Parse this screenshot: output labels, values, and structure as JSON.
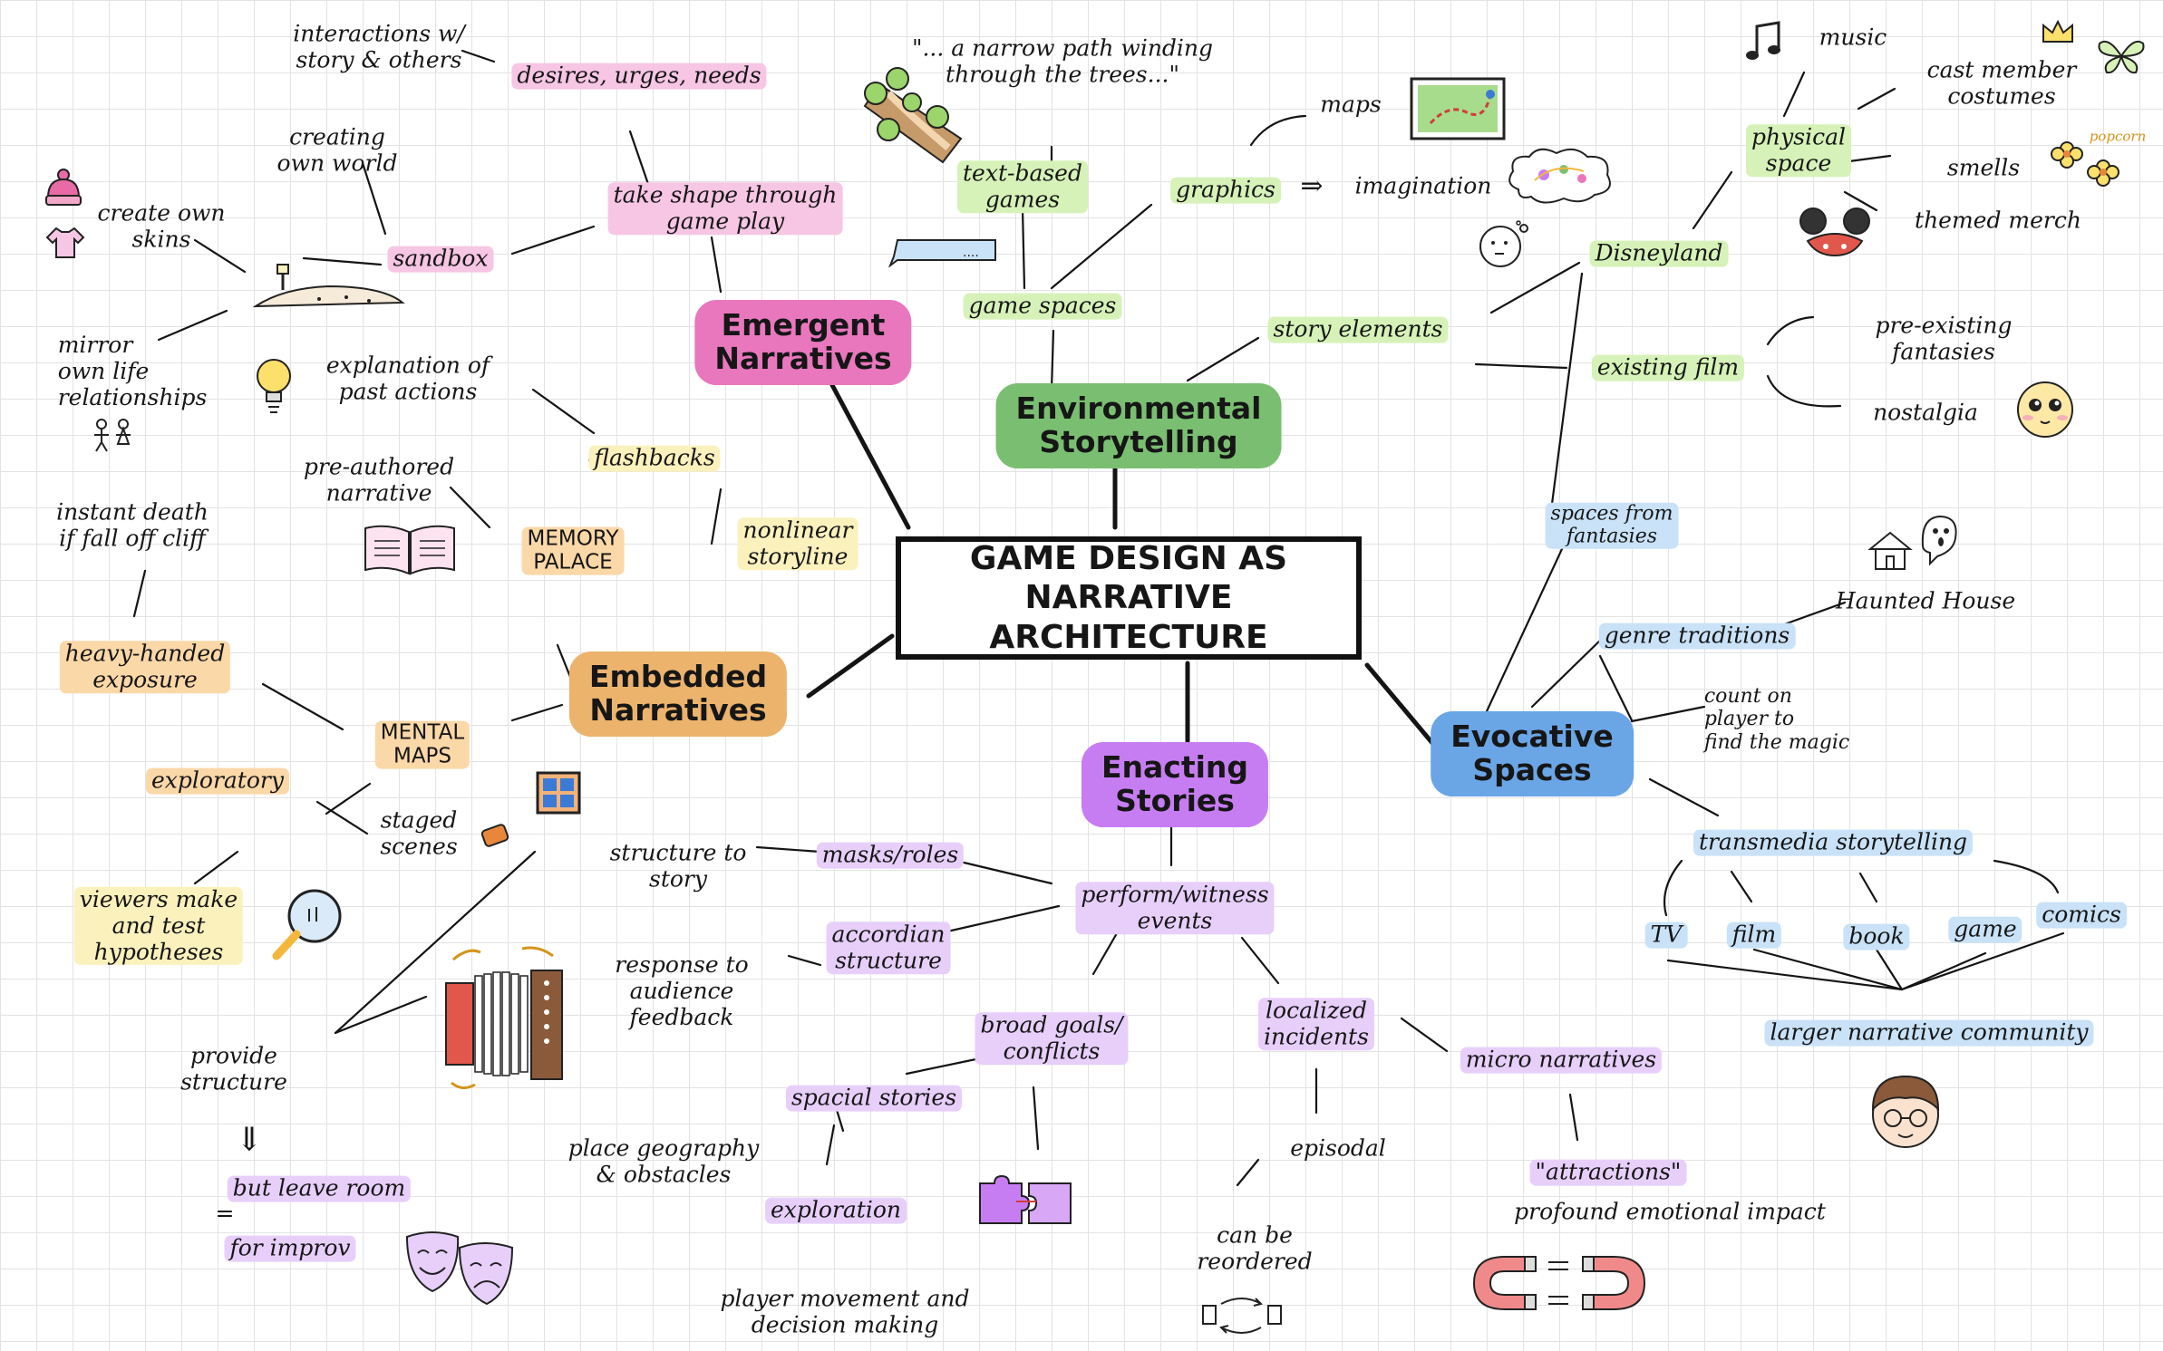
{
  "center_title": "GAME DESIGN AS\nNARRATIVE ARCHITECTURE",
  "branches": {
    "emergent": "Emergent\nNarratives",
    "environmental": "Environmental\nStorytelling",
    "embedded": "Embedded\nNarratives",
    "enacting": "Enacting\nStories",
    "evocative": "Evocative\nSpaces"
  },
  "emergent": {
    "interactions": "interactions w/\nstory & others",
    "desires": "desires, urges, needs",
    "take_shape": "take shape through\ngame play",
    "creating": "creating\nown world",
    "create_skins": "create own\nskins",
    "sandbox": "sandbox",
    "mirror": "mirror\nown life\nrelationships"
  },
  "environmental": {
    "quote": "\"... a narrow path winding\nthrough the trees...\"",
    "text_games": "text-based\ngames",
    "game_spaces": "game spaces",
    "maps": "maps",
    "graphics": "graphics",
    "arrow": "⇒",
    "imagination": "imagination",
    "story_elements": "story elements"
  },
  "embedded": {
    "explanation": "explanation of\npast actions",
    "flashbacks": "flashbacks",
    "pre_authored": "pre-authored\nnarrative",
    "memory_palace": "MEMORY\nPALACE",
    "nonlinear": "nonlinear\nstoryline",
    "instant_death": "instant death\nif fall off cliff",
    "heavy_handed": "heavy-handed\nexposure",
    "mental_maps": "MENTAL\nMAPS",
    "exploratory": "exploratory",
    "staged_scenes": "staged\nscenes",
    "viewers": "viewers make\nand test\nhypotheses",
    "provide_structure": "provide\nstructure",
    "down_arrow": "⇓",
    "leave_room": "but leave room",
    "equals": "=",
    "for_improv": "for improv"
  },
  "enacting": {
    "structure_story": "structure to\nstory",
    "masks": "masks/roles",
    "perform": "perform/witness\nevents",
    "response": "response to\naudience\nfeedback",
    "accordion": "accordian\nstructure",
    "broad_goals": "broad goals/\nconflicts",
    "localized": "localized\nincidents",
    "micro": "micro narratives",
    "spacial_stories": "spacial stories",
    "place_geography": "place geography\n& obstacles",
    "exploration": "exploration",
    "player_movement": "player movement and\ndecision making",
    "episodal": "episodal",
    "reordered": "can be\nreordered",
    "attractions": "\"attractions\"",
    "profound": "profound emotional impact"
  },
  "evocative": {
    "music": "music",
    "cast_costumes": "cast member\ncostumes",
    "physical_space": "physical\nspace",
    "smells": "smells",
    "popcorn": "popcorn",
    "themed_merch": "themed merch",
    "disneyland": "Disneyland",
    "existing_film": "existing film",
    "pre_existing": "pre-existing\nfantasies",
    "nostalgia": "nostalgia",
    "spaces_fantasies": "spaces from\nfantasies",
    "haunted_house": "Haunted House",
    "genre_traditions": "genre traditions",
    "count_on": "count on\nplayer to\nfind the magic",
    "transmedia": "transmedia storytelling",
    "tv": "TV",
    "film": "film",
    "book": "book",
    "game": "game",
    "comics": "comics",
    "larger_community": "larger narrative community"
  },
  "colors": {
    "emergent": "#e977bd",
    "environmental": "#7abf71",
    "embedded": "#ecb36d",
    "enacting": "#c77df2",
    "evocative": "#6aa5e6"
  },
  "icons": [
    "beanie-icon",
    "shirt-icon",
    "sandbox-icon",
    "people-icon",
    "forest-path-icon",
    "text-bubble-icon",
    "map-icon",
    "thought-cloud-icon",
    "lightbulb-icon",
    "book-icon",
    "window-icon",
    "candy-icon",
    "magnifier-icon",
    "accordion-icon",
    "theater-masks-icon",
    "puzzle-icon",
    "reorder-arrows-icon",
    "magnet-icon",
    "face-with-glasses-icon",
    "haunted-house-icon",
    "smiley-icon",
    "mouse-ears-icon",
    "flowers-icon",
    "music-note-icon",
    "crown-icon",
    "butterfly-icon"
  ]
}
